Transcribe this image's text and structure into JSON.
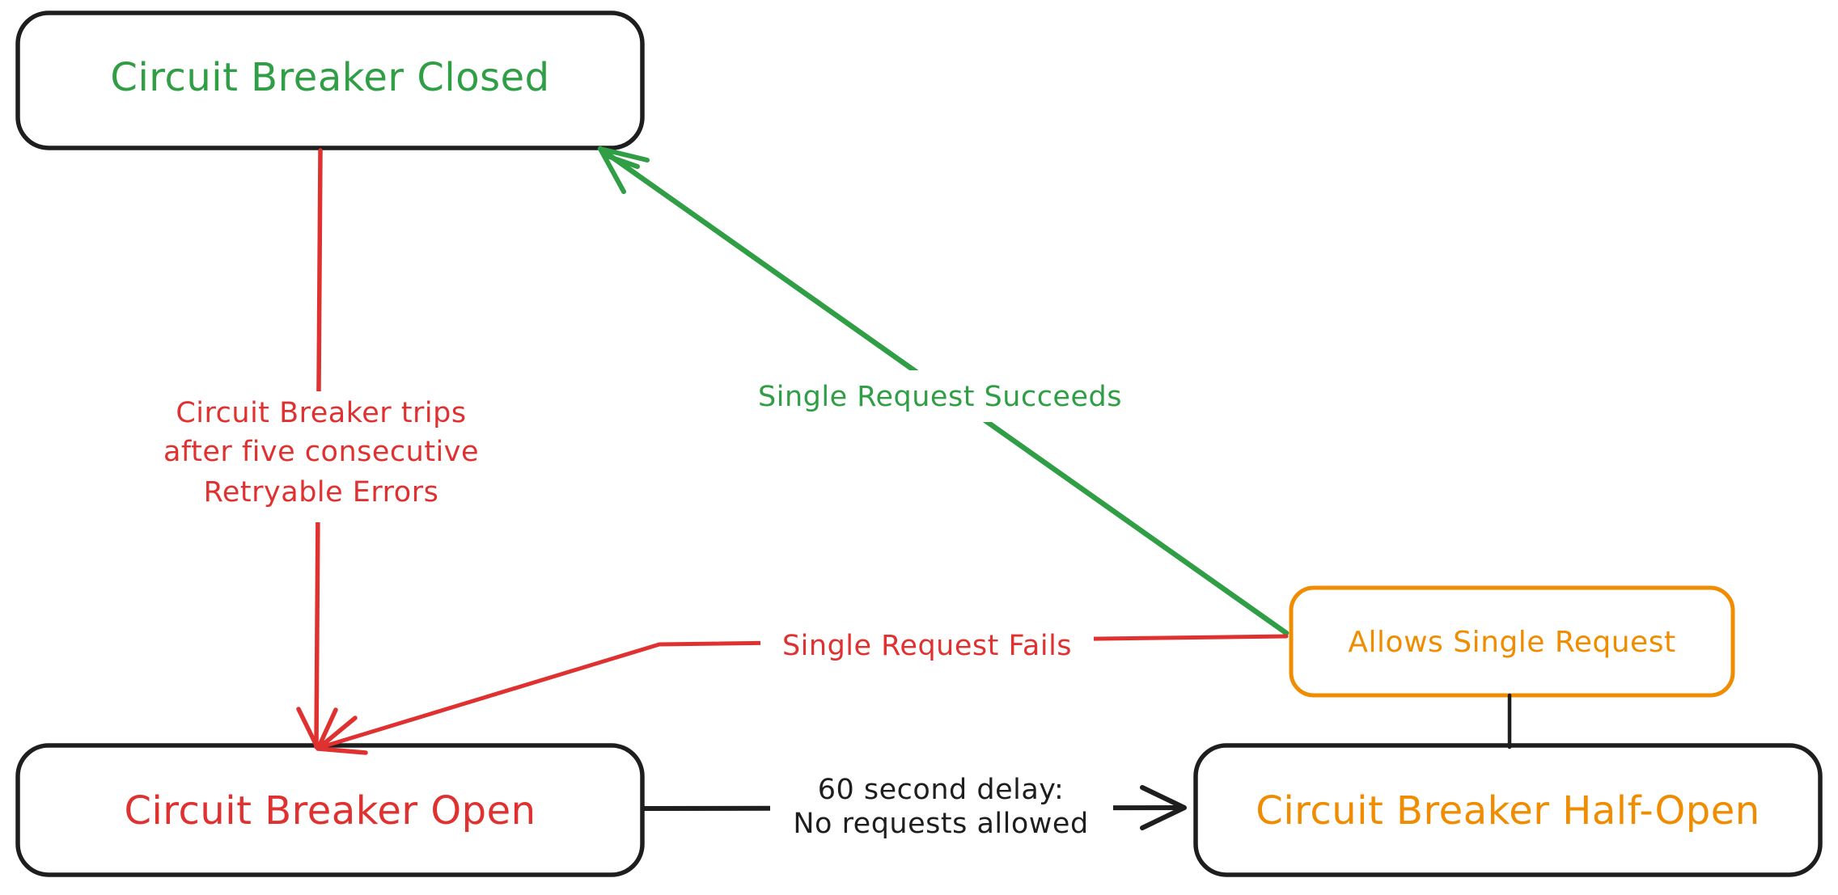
{
  "colors": {
    "background": "#ffffff",
    "black": "#1e1e1e",
    "red": "#e03131",
    "green": "#2f9e44",
    "orange": "#f08c00"
  },
  "nodes": {
    "closed": {
      "label": "Circuit Breaker Closed",
      "text_color": "#2f9e44",
      "border_color": "#1e1e1e"
    },
    "open": {
      "label": "Circuit Breaker Open",
      "text_color": "#e03131",
      "border_color": "#1e1e1e"
    },
    "half_open": {
      "label": "Circuit Breaker Half-Open",
      "text_color": "#f08c00",
      "border_color": "#1e1e1e"
    },
    "allows_single_request": {
      "label": "Allows Single Request",
      "text_color": "#f08c00",
      "border_color": "#f08c00"
    }
  },
  "edges": {
    "trip": {
      "from": "closed",
      "to": "open",
      "lines": [
        "Circuit Breaker trips",
        "after five consecutive",
        "Retryable Errors"
      ],
      "color": "#e03131"
    },
    "succeeds": {
      "from": "allows_single_request",
      "to": "closed",
      "label": "Single Request Succeeds",
      "color": "#2f9e44"
    },
    "fails": {
      "from": "allows_single_request",
      "to": "open",
      "label": "Single Request Fails",
      "color": "#e03131"
    },
    "delay": {
      "from": "open",
      "to": "half_open",
      "lines": [
        "60 second delay:",
        "No requests allowed"
      ],
      "color": "#1e1e1e"
    },
    "connector": {
      "from": "half_open",
      "to": "allows_single_request",
      "color": "#1e1e1e"
    }
  }
}
